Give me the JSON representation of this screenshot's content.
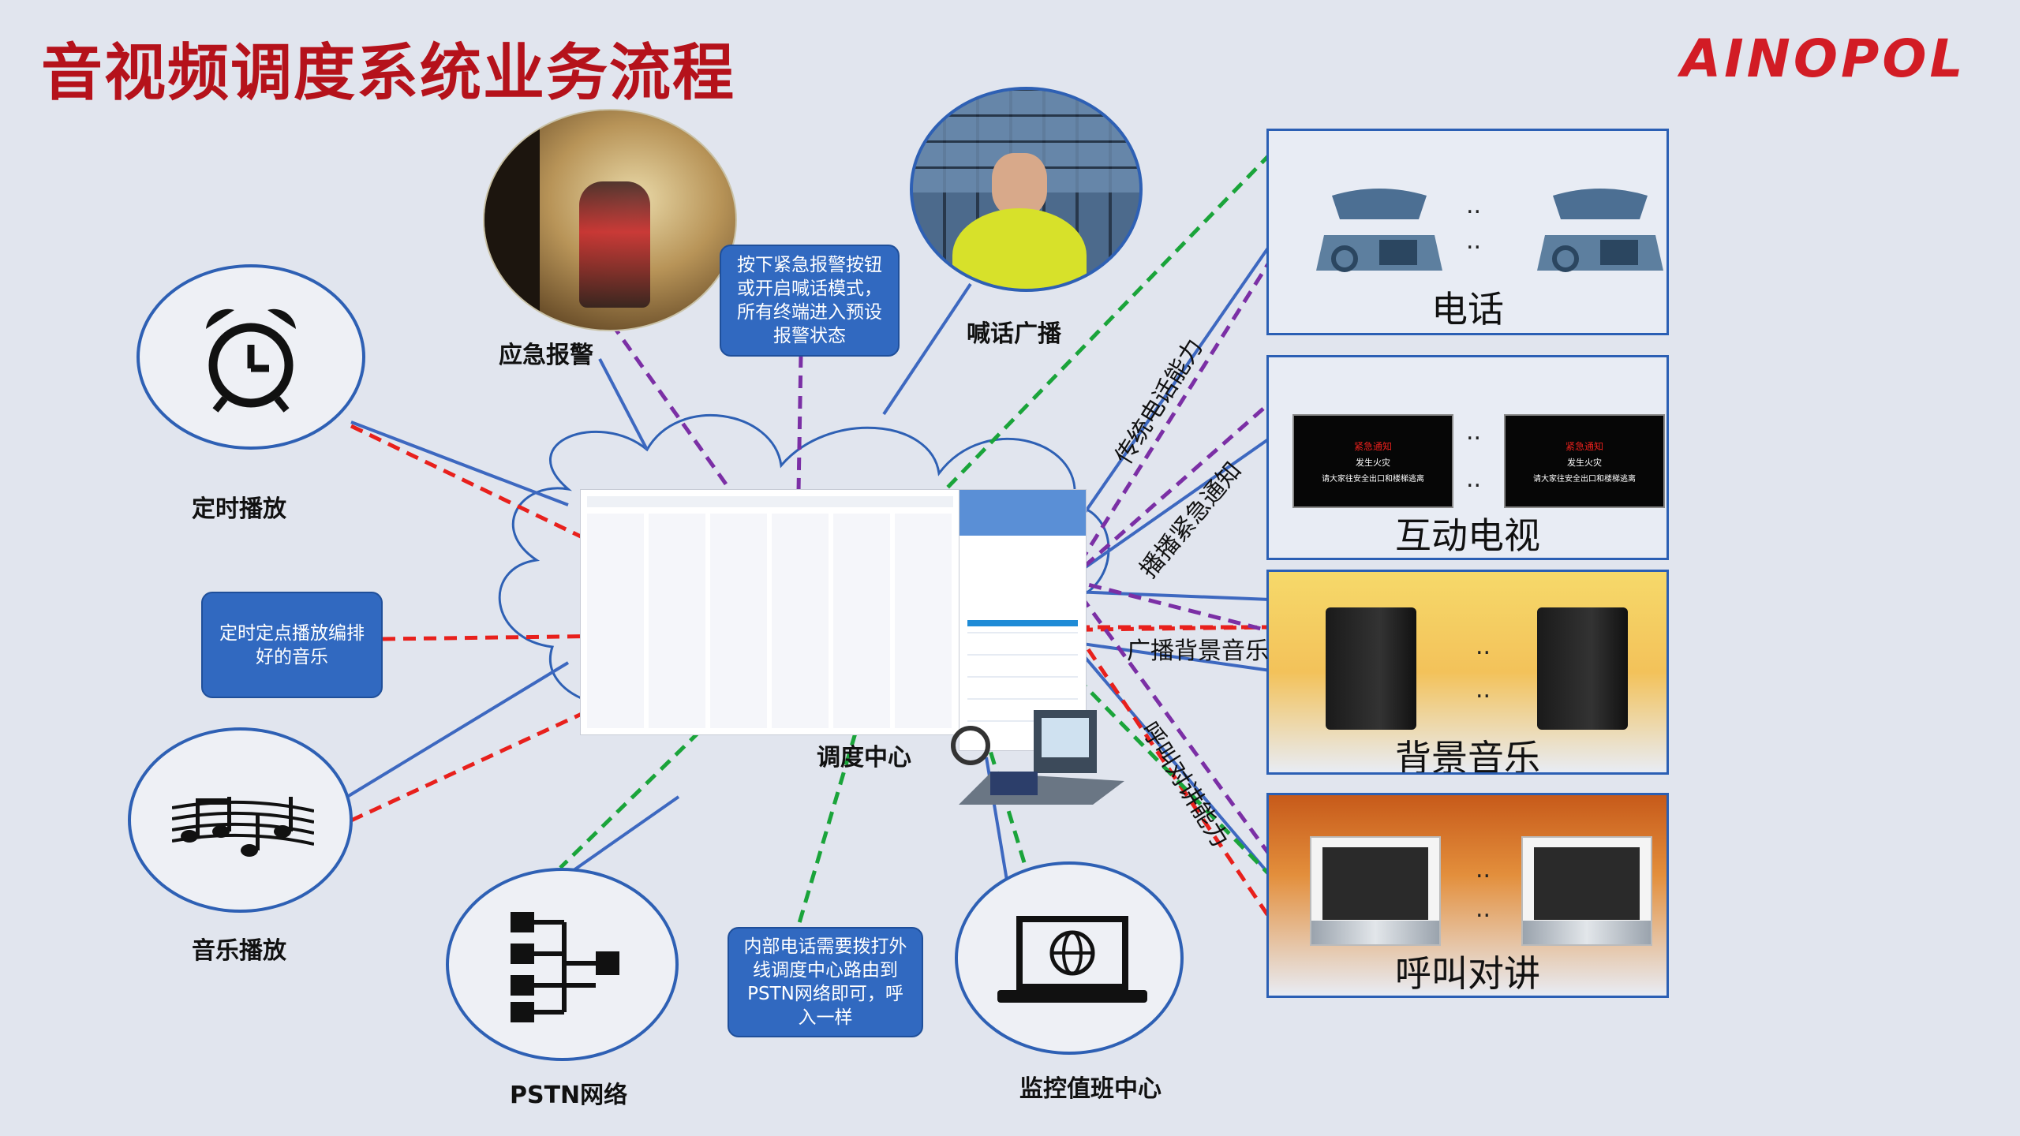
{
  "title": "音视频调度系统业务流程",
  "logo": "AINOPOL",
  "nodes": {
    "timed_play": "定时播放",
    "music_play": "音乐播放",
    "emergency_alarm": "应急报警",
    "shout_broadcast": "喊话广播",
    "dispatch_center": "调度中心",
    "pstn": "PSTN网络",
    "monitor_center": "监控值班中心"
  },
  "notes": {
    "alarm_note": "按下紧急报警按钮或开启喊话模式，所有终端进入预设报警状态",
    "schedule_note": "定时定点播放编排好的音乐",
    "pstn_note": "内部电话需要拨打外线调度中心路由到PSTN网络即可，呼入一样"
  },
  "panels": {
    "phone": "电话",
    "tv": "互动电视",
    "bgm": "背景音乐",
    "intercom": "呼叫对讲"
  },
  "tv_screen": {
    "headline": "紧急通知",
    "line1": "发生火灾",
    "line2": "请大家往安全出口和楼梯逃离"
  },
  "link_labels": {
    "phone_capability": "传统电话能力",
    "emergency_notice": "播播紧急通知",
    "bgm_broadcast": "广播背景音乐",
    "intercom_capability": "呼叫对讲能力"
  },
  "ellipsis": "..",
  "colors": {
    "title": "#b5121b",
    "node_border": "#2e60b4",
    "note_bg": "#3169c0",
    "red_dash": "#e8201c",
    "green_dash": "#1aa43a",
    "purple_dash": "#7b2fa5",
    "blue_line": "#3d68c0"
  }
}
